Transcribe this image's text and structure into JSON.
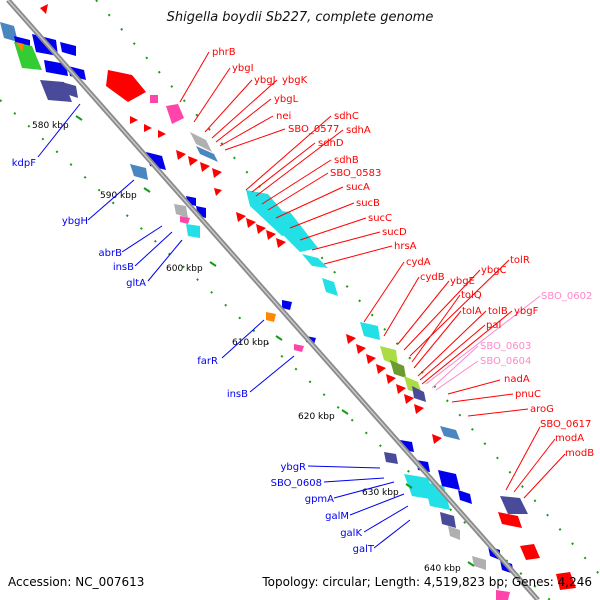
{
  "title": "Shigella boydii Sb227, complete genome",
  "footer": {
    "accession": "Accession: NC_007613",
    "summary": "Topology: circular; Length: 4,519,823 bp; Genes: 4,246"
  },
  "colors": {
    "backbone": "#8a8a8a",
    "tick": "#1a9a1a",
    "gene_red": "#ff0000",
    "gene_blue": "#0000ee",
    "gene_pink": "#ff88cc",
    "cyan": "#22e0e6",
    "slate": "#4a4a9a",
    "steel": "#4a86c0",
    "green": "#33cc33",
    "olive": "#6a9a30",
    "lime": "#aadd44",
    "gray": "#b0b0b0",
    "magenta": "#ff44aa",
    "orange": "#ff8800"
  },
  "kbp_labels": [
    {
      "label": "580 kbp"
    },
    {
      "label": "590 kbp"
    },
    {
      "label": "600 kbp"
    },
    {
      "label": "610 kbp"
    },
    {
      "label": "620 kbp"
    },
    {
      "label": "630 kbp"
    },
    {
      "label": "640 kbp"
    }
  ],
  "genes_right": [
    {
      "name": "phrB",
      "color": "red"
    },
    {
      "name": "ybgI",
      "color": "red"
    },
    {
      "name": "ybgJ",
      "color": "red"
    },
    {
      "name": "ybgK",
      "color": "red"
    },
    {
      "name": "ybgL",
      "color": "red"
    },
    {
      "name": "nei",
      "color": "red"
    },
    {
      "name": "SBO_0577",
      "color": "red"
    },
    {
      "name": "sdhC",
      "color": "red"
    },
    {
      "name": "sdhA",
      "color": "red"
    },
    {
      "name": "sdhD",
      "color": "red"
    },
    {
      "name": "sdhB",
      "color": "red"
    },
    {
      "name": "SBO_0583",
      "color": "red"
    },
    {
      "name": "sucA",
      "color": "red"
    },
    {
      "name": "sucB",
      "color": "red"
    },
    {
      "name": "sucC",
      "color": "red"
    },
    {
      "name": "sucD",
      "color": "red"
    },
    {
      "name": "hrsA",
      "color": "red"
    },
    {
      "name": "cydA",
      "color": "red"
    },
    {
      "name": "cydB",
      "color": "red"
    },
    {
      "name": "ybgE",
      "color": "red"
    },
    {
      "name": "ybgC",
      "color": "red"
    },
    {
      "name": "tolR",
      "color": "red"
    },
    {
      "name": "tolQ",
      "color": "red"
    },
    {
      "name": "tolA",
      "color": "red"
    },
    {
      "name": "tolB",
      "color": "red"
    },
    {
      "name": "pal",
      "color": "red"
    },
    {
      "name": "ybgF",
      "color": "red"
    },
    {
      "name": "SBO_0602",
      "color": "pink"
    },
    {
      "name": "SBO_0603",
      "color": "pink"
    },
    {
      "name": "SBO_0604",
      "color": "pink"
    },
    {
      "name": "nadA",
      "color": "red"
    },
    {
      "name": "pnuC",
      "color": "red"
    },
    {
      "name": "aroG",
      "color": "red"
    },
    {
      "name": "SBO_0617",
      "color": "red"
    },
    {
      "name": "modA",
      "color": "red"
    },
    {
      "name": "modB",
      "color": "red"
    }
  ],
  "genes_left": [
    {
      "name": "kdpF"
    },
    {
      "name": "ybgH"
    },
    {
      "name": "abrB"
    },
    {
      "name": "insB"
    },
    {
      "name": "gltA"
    },
    {
      "name": "farR"
    },
    {
      "name": "insB"
    },
    {
      "name": "ybgR"
    },
    {
      "name": "SBO_0608"
    },
    {
      "name": "gpmA"
    },
    {
      "name": "galM"
    },
    {
      "name": "galK"
    },
    {
      "name": "galT"
    }
  ]
}
